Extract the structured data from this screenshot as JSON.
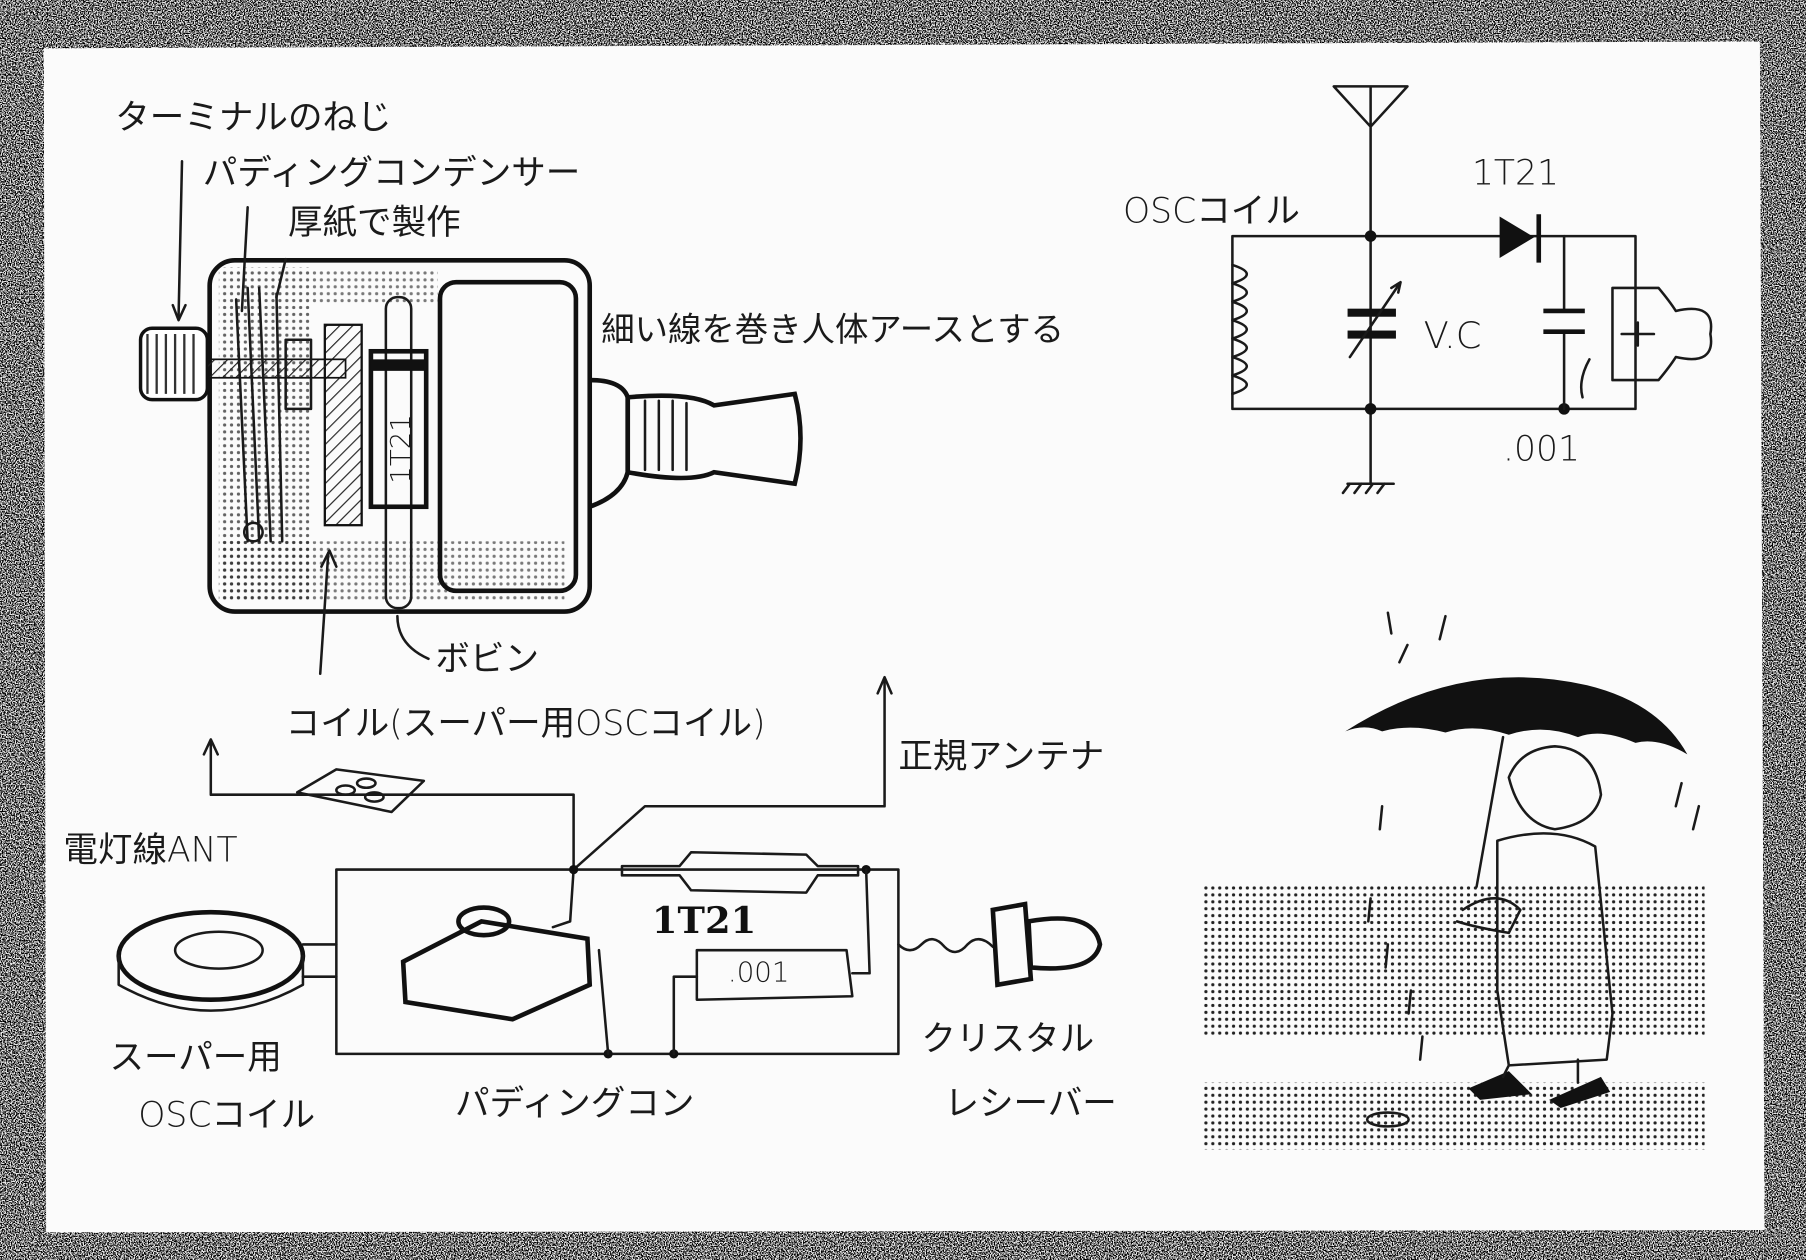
{
  "device": {
    "terminal_screw": "ターミナルのねじ",
    "padding_condenser": "パディングコンデンサー",
    "cardboard": "厚紙で製作",
    "body_ground": "細い線を巻き人体アースとする",
    "bobbin": "ボビン",
    "coil": "コイル(スーパー用OSCコイル)",
    "diode_mark": "1T21"
  },
  "wiring": {
    "proper_antenna": "正規アンテナ",
    "light_line_ant": "電灯線ANT",
    "diode": "1T21",
    "capacitor": ".001",
    "super_osc_1": "スーパー用",
    "super_osc_2": "OSCコイル",
    "padding_con": "パディングコン",
    "crystal_1": "クリスタル",
    "crystal_2": "レシーバー"
  },
  "schematic": {
    "osc_coil": "OSCコイル",
    "diode": "1T21",
    "vc": "V.C",
    "capacitor": ".001"
  },
  "colors": {
    "ink": "#1a1a1a",
    "paper": "#fbfbfb"
  }
}
